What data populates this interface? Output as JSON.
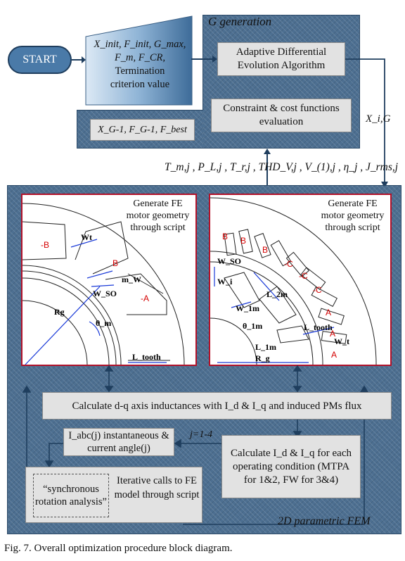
{
  "start": {
    "label": "START"
  },
  "init_box": {
    "line1": "X_init, F_init, G_max,",
    "line2": "F_m, F_CR,",
    "line3": "Termination",
    "line4": "criterion value"
  },
  "g_generation": {
    "title": "G generation",
    "ade": "Adaptive Differential Evolution Algorithm",
    "constraint": "Constraint & cost functions evaluation",
    "prev": "X_G-1, F_G-1, F_best"
  },
  "xig": "X_i,G",
  "outputs_label": "T_m,j , P_L,j , T_r,j , THD_V,j , V_(1),j , η_j , J_rms,j",
  "fem": {
    "title": "2D parametric FEM",
    "left_panel": {
      "caption": "Generate FE motor geometry through script",
      "labels": [
        "-B",
        "Wt",
        "B",
        "m_W",
        "W_SO",
        "-A",
        "Rg",
        "θ_m",
        "L_tooth"
      ]
    },
    "right_panel": {
      "caption": "Generate FE motor geometry through script",
      "slot_labels": [
        "B",
        "B",
        "B",
        "-C",
        "-C",
        "-C",
        "A",
        "A",
        "A"
      ],
      "dim_labels": [
        "W_SO",
        "W_i",
        "W_1m",
        "L_2m",
        "θ_1m",
        "L_1m",
        "L_tooth",
        "W_t",
        "R_g"
      ]
    },
    "calc_dq": "Calculate d-q axis inductances with I_d & I_q and induced PMs flux",
    "iabc": "I_abc(j) instantaneous & current angle(j)",
    "j_range": "j=1-4",
    "calc_idq": "Calculate I_d & I_q for each operating condition (MTPA for 1&2, FW for 3&4)",
    "sync": "“synchronous rotation analysis”",
    "iterative": "Iterative calls to FE model through script"
  },
  "caption": "Fig. 7. Overall optimization procedure block diagram."
}
